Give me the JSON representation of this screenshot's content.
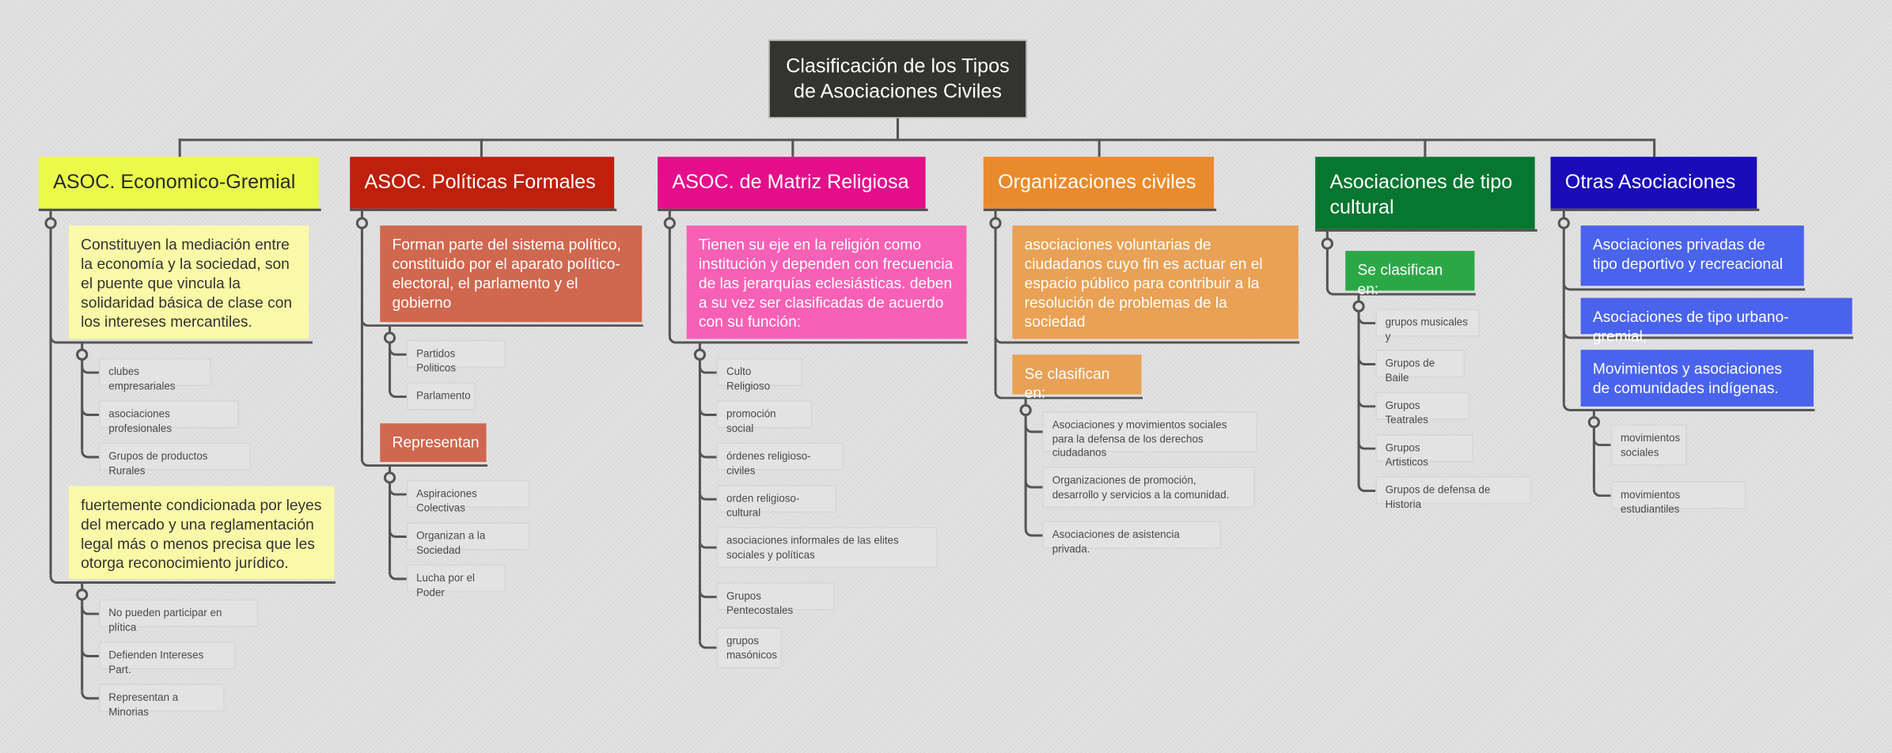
{
  "title": "Clasificación de los Tipos de Asociaciones Civiles",
  "branches": [
    {
      "label": "ASOC. Economico-Gremial",
      "color": "#eaf94a",
      "text_color": "#2a2a2a",
      "children": [
        {
          "text": "Constituyen la mediación entre la economía y la sociedad, son el puente que vincula la solidaridad básica de clase con los intereses mercantiles.",
          "color": "#f9f9a8",
          "text_color": "#333333",
          "items": [
            "clubes empresariales",
            "asociaciones profesionales",
            "Grupos de productos Rurales"
          ]
        },
        {
          "text": "fuertemente condicionada por leyes del mercado y  una reglamentación legal más o menos precisa que les otorga reconocimiento jurídico.",
          "color": "#f9f9a8",
          "text_color": "#333333",
          "items": [
            "No pueden participar en plítica",
            "Defienden Intereses Part.",
            "Representan a Minorias"
          ]
        }
      ]
    },
    {
      "label": "ASOC.  Políticas Formales",
      "color": "#bd200c",
      "text_color": "#ffffff",
      "children": [
        {
          "text": "Forman parte del sistema político, constituido por el aparato político-electoral, el parlamento y el gobierno",
          "color": "#d0674f",
          "text_color": "#ffffff",
          "items": [
            "Partidos Politicos",
            "Parlamento"
          ]
        },
        {
          "text": "Representan",
          "color": "#d0674f",
          "text_color": "#ffffff",
          "items": [
            "Aspiraciones Colectivas",
            "Organizan a la Sociedad",
            "Lucha por el Poder"
          ]
        }
      ]
    },
    {
      "label": "ASOC. de Matriz Religiosa",
      "color": "#e50e8a",
      "text_color": "#ffffff",
      "children": [
        {
          "text": "Tienen su eje en la religión como institución y dependen con frecuencia de las jerarquías eclesiásticas. deben a su vez ser clasificadas de acuerdo con su función:",
          "color": "#f760b5",
          "text_color": "#ffffff",
          "items": [
            "Culto Religioso",
            "promoción social",
            "órdenes religioso-civiles",
            "orden religioso-cultural",
            "asociaciones informales de las elites sociales y políticas",
            "Grupos Pentecostales",
            "grupos masónicos"
          ]
        }
      ]
    },
    {
      "label": "Organizaciones civiles",
      "color": "#e98b2d",
      "text_color": "#ffffff",
      "children": [
        {
          "text": "asociaciones voluntarias de ciudadanos cuyo fin es actuar en el espacio público para contribuir a la resolución de problemas de la sociedad",
          "color": "#e8a155",
          "text_color": "#ffffff",
          "items": []
        },
        {
          "text": "Se clasifican en:",
          "color": "#e8a155",
          "text_color": "#ffffff",
          "items": [
            "Asociaciones y movimientos sociales para la defensa de los derechos ciudadanos",
            "Organizaciones de promoción, desarrollo y servicios a la comunidad.",
            "Asociaciones de asistencia privada."
          ]
        }
      ]
    },
    {
      "label": "Asociaciones de tipo cultural",
      "color": "#077630",
      "text_color": "#ffffff",
      "children": [
        {
          "text": "Se clasifican en:",
          "color": "#2ba846",
          "text_color": "#ffffff",
          "items": [
            "grupos musicales y",
            "Grupos de Baile",
            "Grupos Teatrales",
            "Grupos Artisticos",
            "Grupos de defensa de Historia"
          ]
        }
      ]
    },
    {
      "label": "Otras Asociaciones",
      "color": "#1a0cb8",
      "text_color": "#ffffff",
      "children": [
        {
          "text": "Asociaciones privadas de tipo deportivo y recreacional",
          "color": "#4a63ec",
          "text_color": "#ffffff",
          "items": []
        },
        {
          "text": "Asociaciones de tipo urbano-gremial,",
          "color": "#4a63ec",
          "text_color": "#ffffff",
          "items": []
        },
        {
          "text": "Movimientos y asociaciones de comunidades indígenas.",
          "color": "#4a63ec",
          "text_color": "#ffffff",
          "items": [
            "movimientos sociales",
            "movimientos estudiantiles"
          ]
        }
      ]
    }
  ]
}
